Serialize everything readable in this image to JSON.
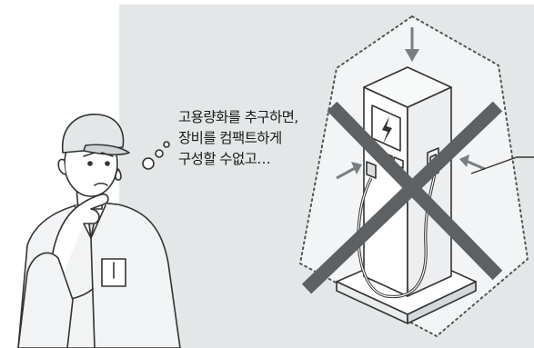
{
  "illustration": {
    "thought_lines": [
      "고용량화를 추구하면,",
      "장비를 컴팩트하게",
      "구성할 수없고…"
    ],
    "icons": {
      "worker": "worried-worker-icon",
      "charger": "ev-charger-icon",
      "cross": "cross-mark-icon",
      "bolt": "lightning-bolt-icon"
    },
    "colors": {
      "panel": "#e4e7e8",
      "cross": "#5d6163",
      "line": "#333333",
      "worker_fill": "#f1f3f4"
    }
  }
}
